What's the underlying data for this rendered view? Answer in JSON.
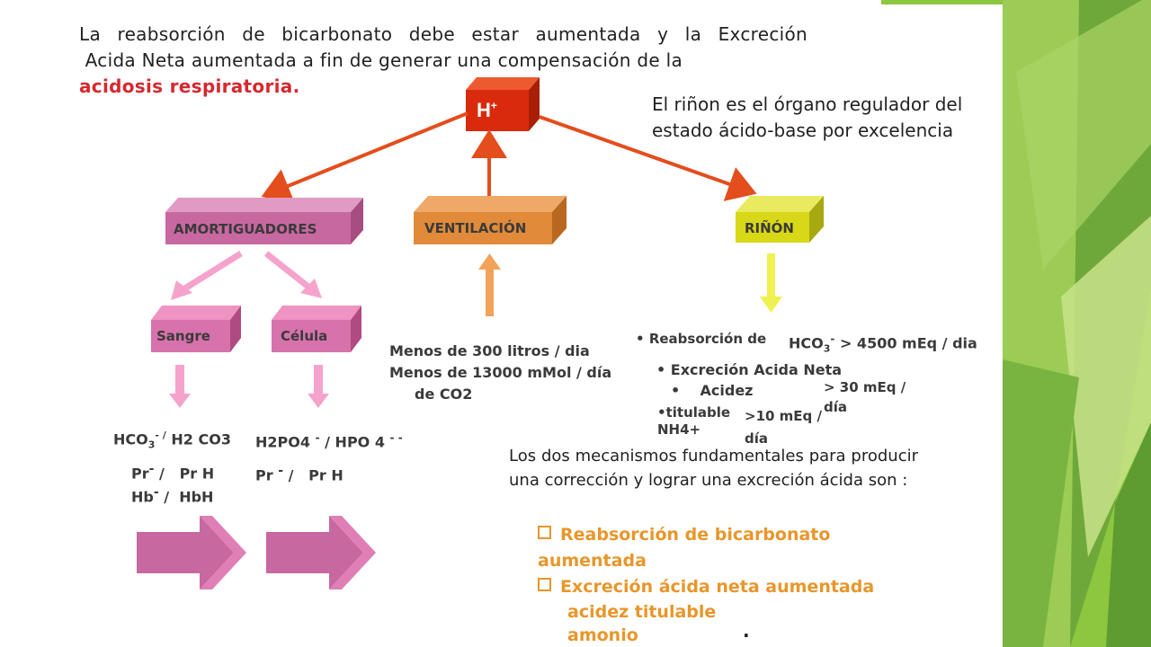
{
  "intro": {
    "line1": "La reabsorción de bicarbonato debe estar aumentada y la Excreción",
    "line2": " Acida Neta aumentada a fin de generar una compensación de la",
    "line3": "acidosis respiratoria."
  },
  "note_right": {
    "line1": "El riñon es el órgano regulador del",
    "line2": "estado ácido-base por excelencia"
  },
  "hplus": {
    "main": "H",
    "sup": "+"
  },
  "boxes": {
    "amortiguadores": "AMORTIGUADORES",
    "ventilacion": "VENTILACIÓN",
    "rinon": "RIÑÓN",
    "sangre": "Sangre",
    "celula": "Célula"
  },
  "sangre_buffers": {
    "hco3": "HCO",
    "hco3_sub": "3",
    "hco3_sup": "- /",
    "h2co3": "H2 CO3",
    "pr": "Pr",
    "pr_sup": "-",
    "pr_h": " /   Pr H",
    "hb": "Hb",
    "hb_sup": "-",
    "hbh": " /  HbH"
  },
  "celula_buffers": {
    "h2po4": "H2PO4",
    "h2po4_sup": "-",
    "slash": "/",
    "hpo4": "HPO 4",
    "hpo4_sup": "- -",
    "pr": "Pr",
    "pr_sup": "-",
    "pr_h": " /   Pr H"
  },
  "ventilacion_text": {
    "line1": "Menos de 300 litros / dia",
    "line2": "Menos de 13000 mMol / día",
    "line3": "de CO2"
  },
  "rinon_text": {
    "bullet1": "Reabsorción de",
    "hco3": "HCO",
    "hco3_sub": "3",
    "hco3_sup": "-",
    "hco3_value": "> 4500  mEq / dia",
    "bullet2": "Excreción Acida Neta",
    "bullet3": "Acidez",
    "bullet3_value": "> 30 mEq /",
    "bullet3_value2": "día",
    "bullet4": "titulable",
    "bullet4_value": ">10  mEq  /",
    "nh4": "NH4+",
    "bullet4_value2": "día"
  },
  "mechanisms": {
    "intro": "Los dos mecanismos fundamentales para producir una corrección y lograr una excreción ácida son :",
    "item1": "Reabsorción de bicarbonato",
    "item1b": "aumentada",
    "item2": "Excreción ácida neta aumentada",
    "sub1": "acidez titulable",
    "sub2": "amonio",
    "dot": "."
  },
  "colors": {
    "hplus_box": "#d92a0e",
    "arrow_red": "#e44d1c",
    "amortiguadores": "#c868a0",
    "ventilacion": "#e08a3a",
    "rinon": "#d8d818",
    "pink_arrow": "#f5a3cc",
    "orange_arrow": "#f2a35a",
    "yellow_arrow": "#f0f050",
    "orange_text": "#e8962a",
    "red_text": "#d7282f",
    "green_deco": "#7cb342"
  }
}
